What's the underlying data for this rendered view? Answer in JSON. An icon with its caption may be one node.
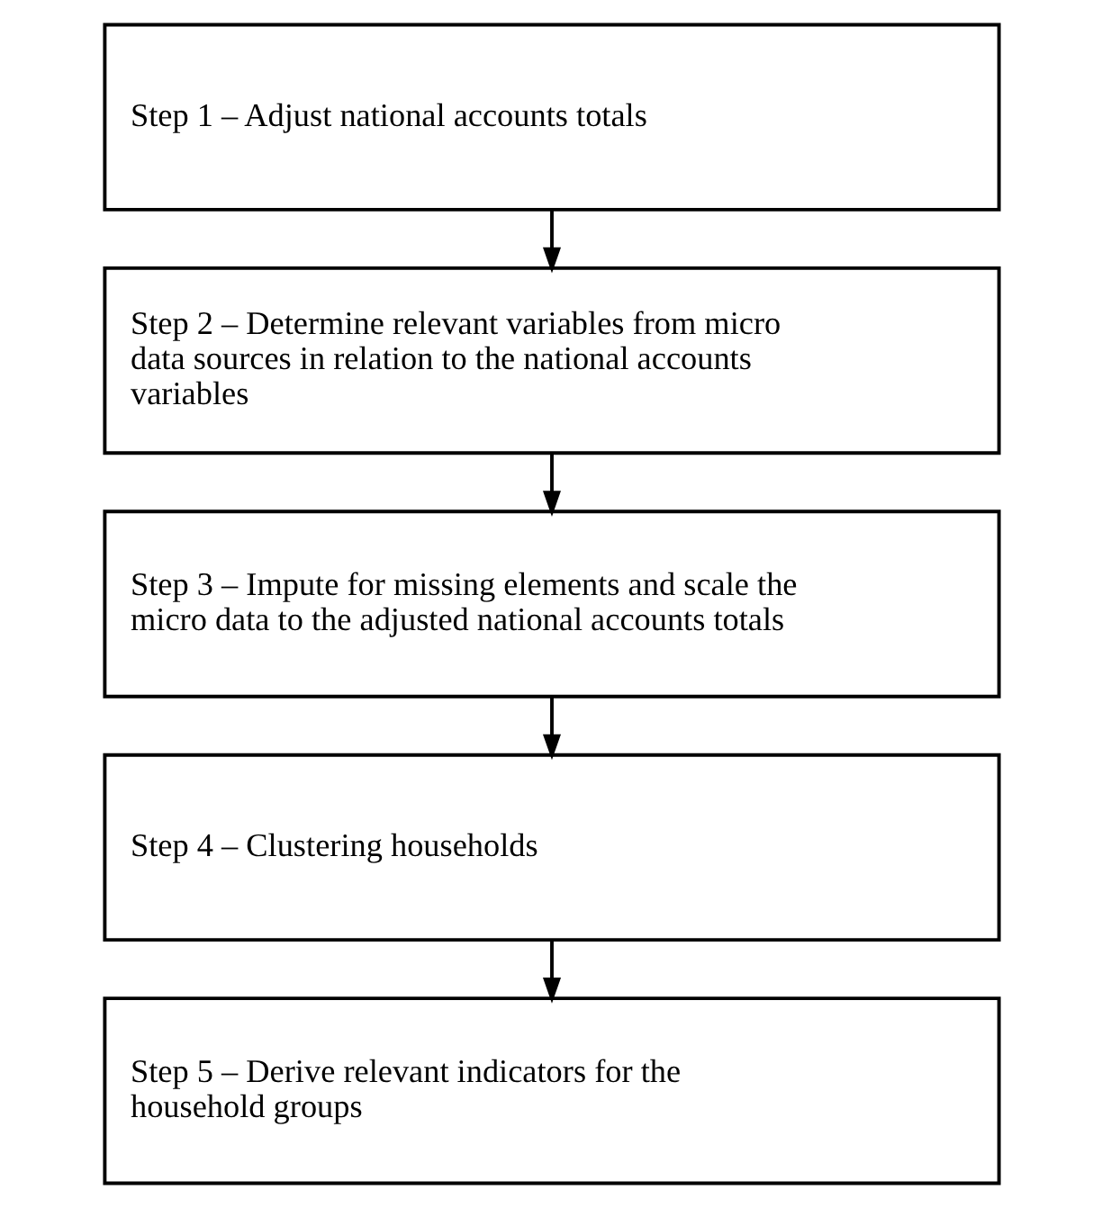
{
  "diagram": {
    "nodes": [
      {
        "text": [
          "Step 1 – Adjust national accounts totals"
        ]
      },
      {
        "text": [
          "Step 2 – Determine relevant variables from micro data sources in relation to the national accounts variables"
        ]
      },
      {
        "text": [
          "Step 3 – Impute for missing elements and scale the micro data to the adjusted national accounts totals"
        ]
      },
      {
        "text": [
          "Step 4 – Clustering households"
        ]
      },
      {
        "text": [
          "Step 5 – Derive relevant indicators for the household groups"
        ]
      }
    ],
    "edges": [
      {
        "from": 0,
        "to": 1,
        "arrow": "to"
      },
      {
        "from": 1,
        "to": 2,
        "arrow": "to"
      },
      {
        "from": 2,
        "to": 3,
        "arrow": "to"
      },
      {
        "from": 3,
        "to": 4,
        "arrow": "to"
      }
    ]
  }
}
